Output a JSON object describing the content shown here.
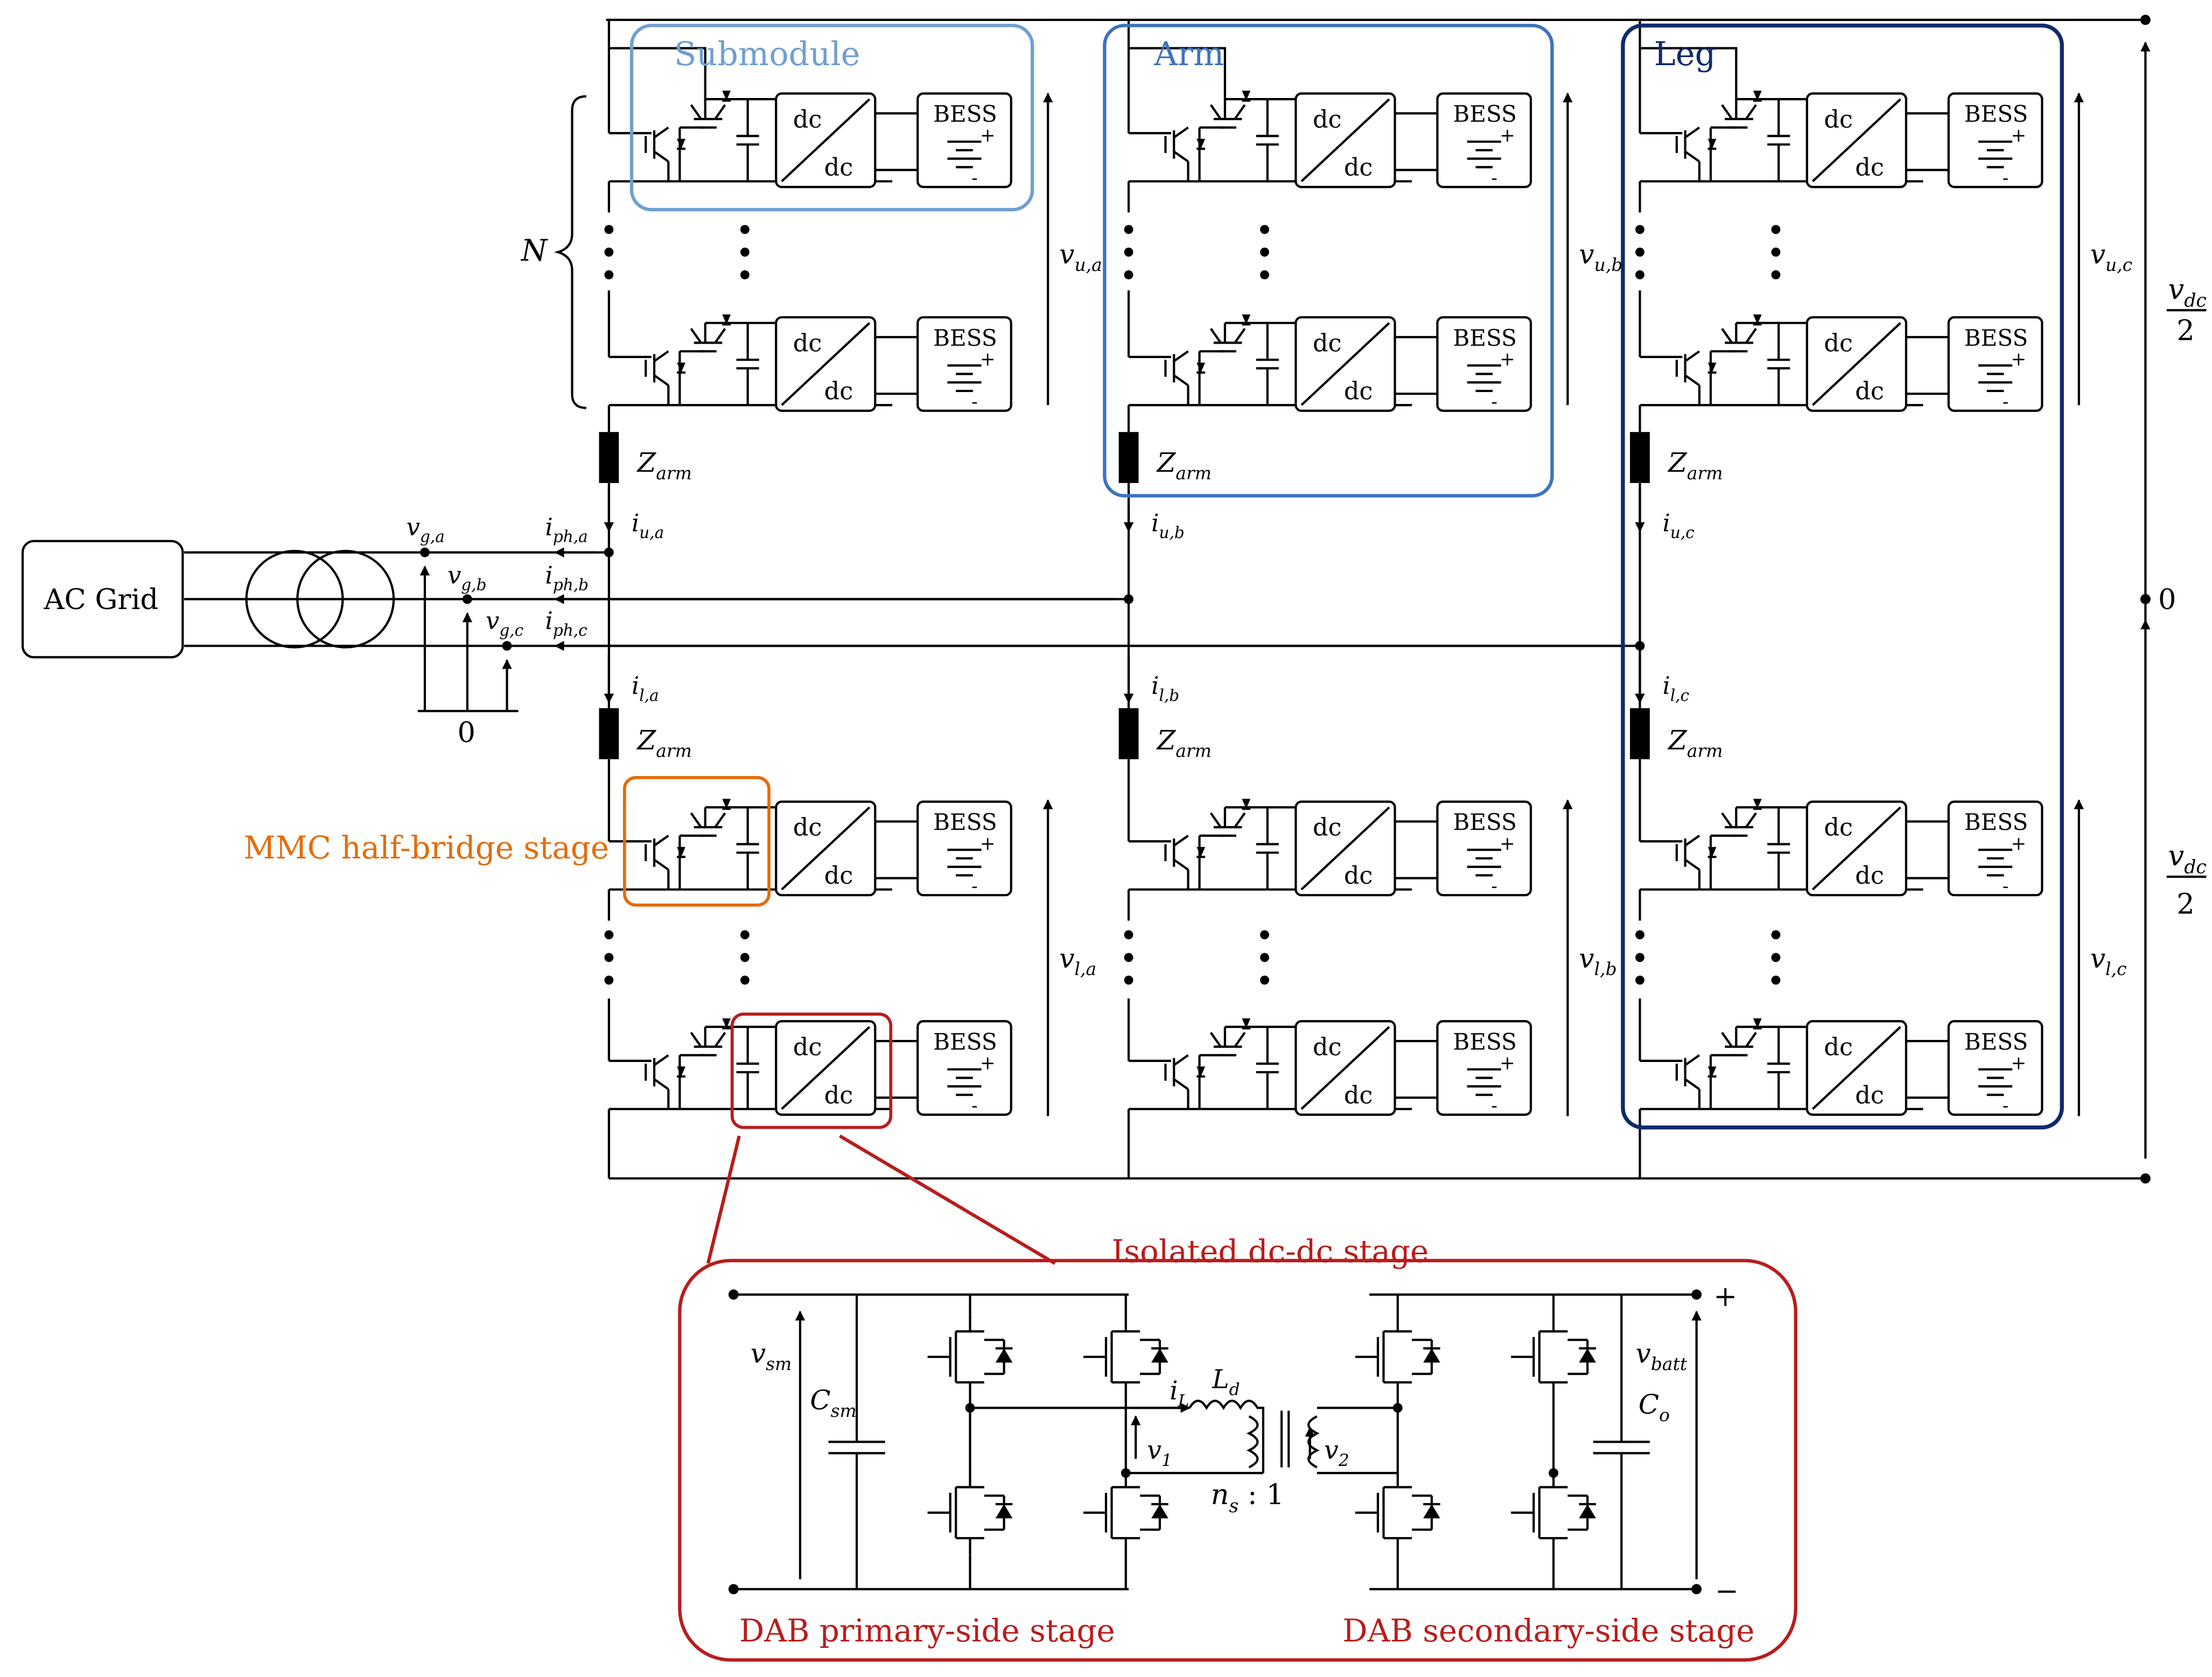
{
  "colors": {
    "wire": "#000000",
    "submodule": "#6f9fd1",
    "arm": "#3d72c0",
    "leg": "#0f2a6b",
    "orange": "#e36c0a",
    "red": "#b81d1d"
  },
  "grid": {
    "label": "AC Grid"
  },
  "groups": {
    "submodule": "Submodule",
    "arm": "Arm",
    "leg": "Leg",
    "mmc_stage": "MMC half-bridge stage",
    "isolated_stage": "Isolated dc-dc stage",
    "dab_primary": "DAB primary-side stage",
    "dab_secondary": "DAB secondary-side stage"
  },
  "submodule_text": {
    "dc": "dc",
    "bess": "BESS",
    "plus": "+",
    "minus": "-"
  },
  "symbols": {
    "N": "N",
    "zarm": {
      "main": "Z",
      "sub": "arm"
    },
    "zero": "0",
    "vdc": {
      "main": "v",
      "sub": "dc",
      "den": "2"
    },
    "vu": [
      {
        "main": "v",
        "sub": "u,a"
      },
      {
        "main": "v",
        "sub": "u,b"
      },
      {
        "main": "v",
        "sub": "u,c"
      }
    ],
    "vl": [
      {
        "main": "v",
        "sub": "l,a"
      },
      {
        "main": "v",
        "sub": "l,b"
      },
      {
        "main": "v",
        "sub": "l,c"
      }
    ],
    "iu": [
      {
        "main": "i",
        "sub": "u,a"
      },
      {
        "main": "i",
        "sub": "u,b"
      },
      {
        "main": "i",
        "sub": "u,c"
      }
    ],
    "il": [
      {
        "main": "i",
        "sub": "l,a"
      },
      {
        "main": "i",
        "sub": "l,b"
      },
      {
        "main": "i",
        "sub": "l,c"
      }
    ],
    "vg": [
      {
        "main": "v",
        "sub": "g,a"
      },
      {
        "main": "v",
        "sub": "g,b"
      },
      {
        "main": "v",
        "sub": "g,c"
      }
    ],
    "iph": [
      {
        "main": "i",
        "sub": "ph,a"
      },
      {
        "main": "i",
        "sub": "ph,b"
      },
      {
        "main": "i",
        "sub": "ph,c"
      }
    ]
  },
  "dab": {
    "vsm": {
      "main": "v",
      "sub": "sm"
    },
    "csm": {
      "main": "C",
      "sub": "sm"
    },
    "il": {
      "main": "i",
      "sub": "L"
    },
    "ld": {
      "main": "L",
      "sub": "d"
    },
    "v1": {
      "main": "v",
      "sub": "1"
    },
    "v2": {
      "main": "v",
      "sub": "2"
    },
    "ratio": {
      "main": "n",
      "sub": "s",
      "rest": " : 1"
    },
    "vbatt": {
      "main": "v",
      "sub": "batt"
    },
    "co": {
      "main": "C",
      "sub": "o"
    },
    "plus": "+",
    "minus": "−"
  }
}
